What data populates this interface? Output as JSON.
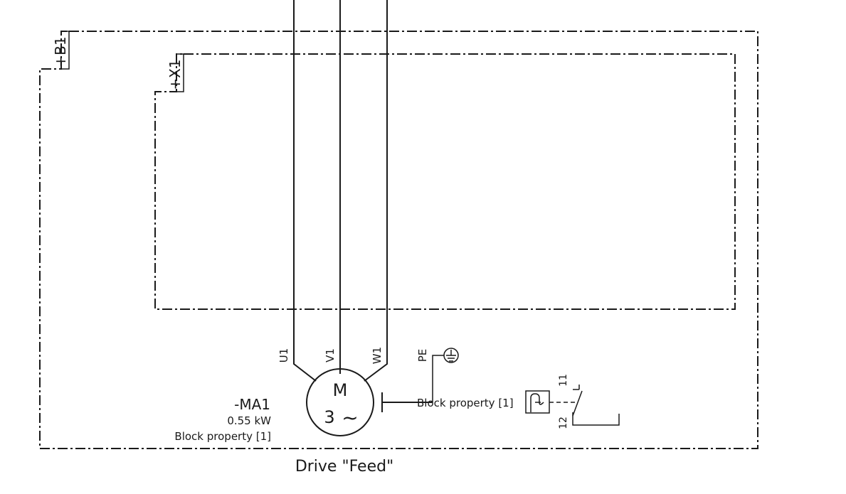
{
  "locations": {
    "outer": "+B1",
    "inner": "+X1"
  },
  "motor": {
    "tag": "-MA1",
    "power": "0.55 kW",
    "block_property": "Block property [1]",
    "symbol_top": "M",
    "symbol_phase": "3",
    "symbol_wave": "~",
    "terminals": [
      "U1",
      "V1",
      "W1"
    ],
    "pe_label": "PE"
  },
  "thermal_contact": {
    "block_property": "Block property [1]",
    "terminal_top": "11",
    "terminal_bottom": "12"
  },
  "title": "Drive \"Feed\""
}
